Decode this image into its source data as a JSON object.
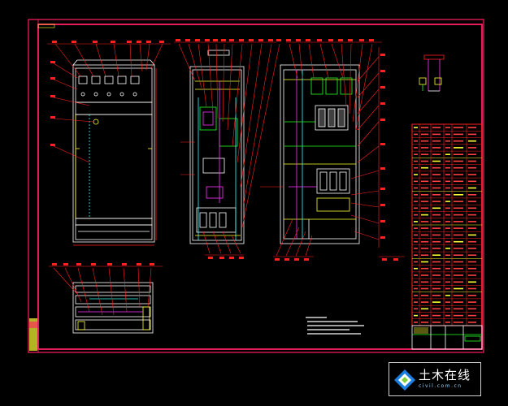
{
  "drawing": {
    "background": "#000000",
    "colors": {
      "frame": "#ff1e62",
      "line": "#ff2020",
      "outline": "#ffffff",
      "accent_yellow": "#ffff33",
      "accent_green": "#22ff22",
      "accent_magenta": "#ff33ff",
      "accent_cyan": "#33ffff"
    },
    "views": [
      "front-elevation",
      "side-section",
      "internal-layout",
      "top-plan"
    ],
    "callout_count_front": 12,
    "callout_count_side": 18,
    "callout_count_internal": 22,
    "title_block_rows": 30
  },
  "watermark": {
    "title": "土木在线",
    "subtitle": "civil.com.cn",
    "logo_icon": "diamond-logo-icon",
    "colors": {
      "logo_blue": "#1a7fe0",
      "logo_green": "#7fd13b",
      "logo_white": "#ffffff"
    }
  }
}
